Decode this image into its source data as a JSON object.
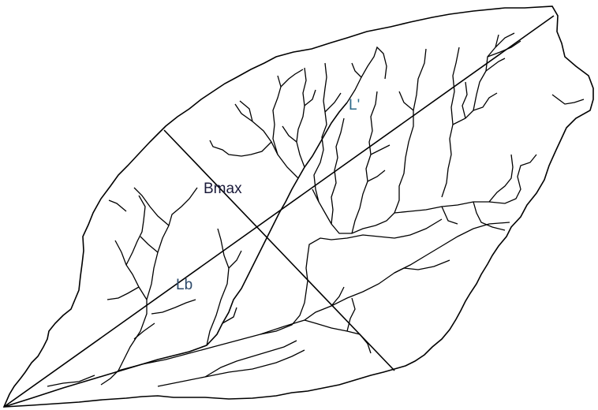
{
  "diagram": {
    "labels": {
      "bmax": "Bmax",
      "lb": "Lb",
      "l_prime": "L'"
    },
    "colors": {
      "line": "#000000",
      "bmax_label": "#1a1a3a",
      "lb_label": "#2d4a6a",
      "l_prime_label": "#2d6a8a",
      "background": "#ffffff"
    }
  }
}
